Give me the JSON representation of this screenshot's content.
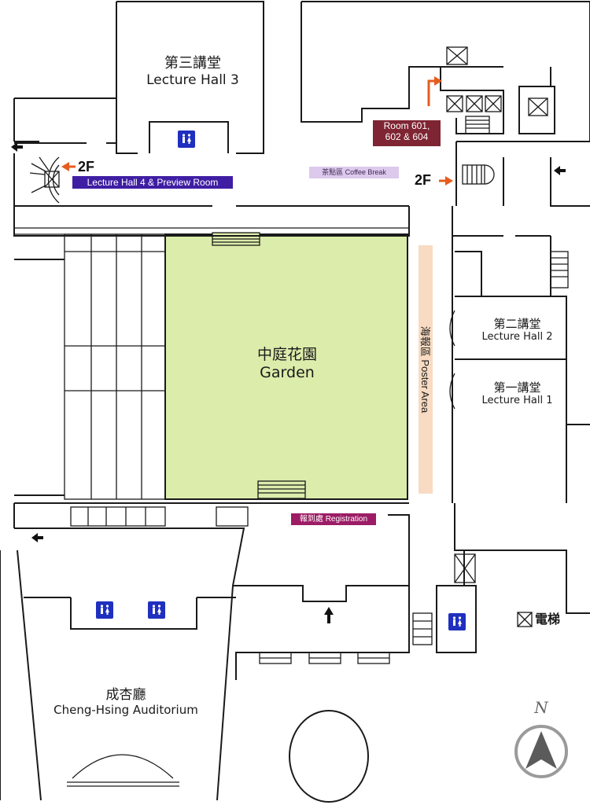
{
  "colors": {
    "garden": "#dcecab",
    "poster": "#f8dbc2",
    "lecture_hall_4": "#3f1ea3",
    "room_601": "#7e2432",
    "registration": "#9c1c65",
    "coffee_break": "#ddc9ec",
    "arrow_orange": "#e65c1e",
    "restroom": "#1f2fbf"
  },
  "rooms": {
    "lecture_hall_3": {
      "zh": "第三講堂",
      "en": "Lecture Hall 3"
    },
    "lecture_hall_2": {
      "zh": "第二講堂",
      "en": "Lecture Hall 2"
    },
    "lecture_hall_1": {
      "zh": "第一講堂",
      "en": "Lecture Hall 1"
    },
    "garden": {
      "zh": "中庭花園",
      "en": "Garden"
    },
    "auditorium": {
      "zh": "成杏廳",
      "en": "Cheng-Hsing Auditorium"
    }
  },
  "tags": {
    "lecture_hall_4": "Lecture Hall 4 & Preview Room",
    "room_601": "Room 601,\n602 & 604",
    "coffee_break": "茶點區 Coffee Break",
    "registration": "報到處 Registration",
    "poster": "海報區 Poster Area"
  },
  "floor_labels": {
    "left": "2F",
    "right": "2F"
  },
  "legend": {
    "elevator": "電梯"
  },
  "compass": {
    "label": "N"
  },
  "icons": [
    "restroom-icon",
    "elevator-icon",
    "exit-arrow-icon",
    "entrance-arrow-icon",
    "compass-icon",
    "stair-arrow-icon"
  ]
}
